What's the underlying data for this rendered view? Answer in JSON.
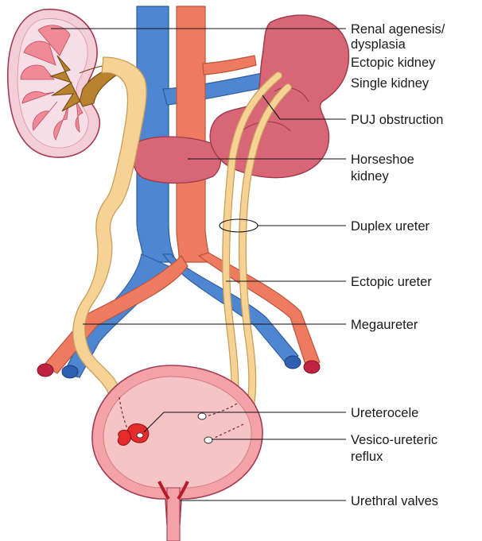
{
  "labels": {
    "renal_agenesis_1": "Renal agenesis/",
    "renal_agenesis_2": "dysplasia",
    "ectopic_kidney": "Ectopic kidney",
    "single_kidney": "Single kidney",
    "puj_obstruction": "PUJ obstruction",
    "horseshoe_1": "Horseshoe",
    "horseshoe_2": "kidney",
    "duplex_ureter": "Duplex ureter",
    "ectopic_ureter": "Ectopic ureter",
    "megaureter": "Megaureter",
    "ureterocele": "Ureterocele",
    "vur_1": "Vesico-ureteric",
    "vur_2": "reflux",
    "urethral_valves": "Urethral valves"
  },
  "colors": {
    "vein": "#4f86d2",
    "artery": "#ee7b5f",
    "kidney": "#d86676",
    "kidney_dark": "#b5485a",
    "ureter": "#f6d395",
    "bladder": "#f3a3a8",
    "ureterocele": "#e52b2b"
  }
}
